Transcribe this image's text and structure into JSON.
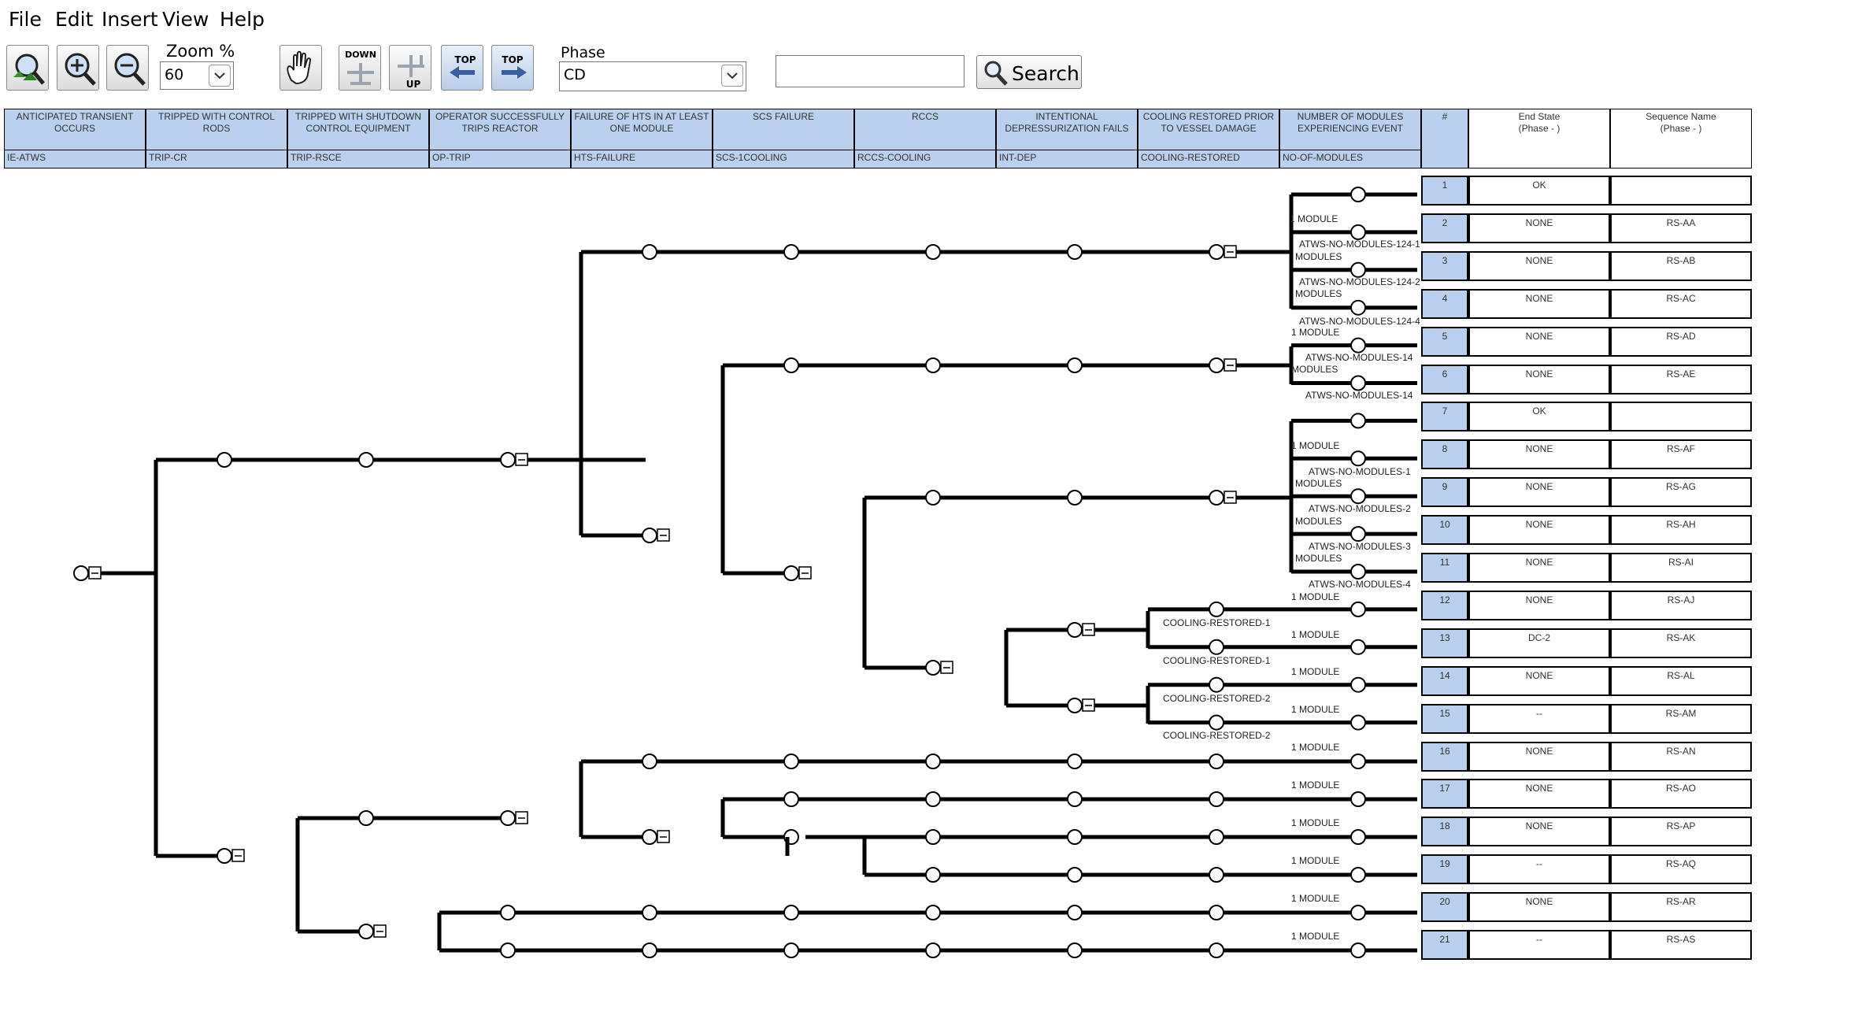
{
  "menu": [
    "File",
    "Edit",
    "Insert",
    "View",
    "Help"
  ],
  "toolbar": {
    "zoom_label": "Zoom %",
    "zoom_value": "60",
    "phase_label": "Phase",
    "phase_value": "CD",
    "search_value": "",
    "search_label": "Search",
    "down_label": "DOWN",
    "up_label": "UP",
    "top_label_1": "TOP",
    "top_label_2": "TOP",
    "icons": [
      "zoom-fit-icon",
      "zoom-in-icon",
      "zoom-out-icon",
      "pan-hand-icon",
      "move-down-icon",
      "move-up-icon",
      "top-left-icon",
      "top-right-icon",
      "magnifier-icon"
    ]
  },
  "columns": [
    {
      "title": "ANTICIPATED TRANSIENT OCCURS",
      "code": "IE-ATWS"
    },
    {
      "title": "TRIPPED WITH CONTROL RODS",
      "code": "TRIP-CR"
    },
    {
      "title": "TRIPPED WITH SHUTDOWN CONTROL EQUIPMENT",
      "code": "TRIP-RSCE"
    },
    {
      "title": "OPERATOR SUCCESSFULLY TRIPS REACTOR",
      "code": "OP-TRIP"
    },
    {
      "title": "FAILURE OF HTS IN AT LEAST ONE MODULE",
      "code": "HTS-FAILURE"
    },
    {
      "title": "SCS FAILURE",
      "code": "SCS-1COOLING"
    },
    {
      "title": "RCCS",
      "code": "RCCS-COOLING"
    },
    {
      "title": "INTENTIONAL DEPRESSURIZATION FAILS",
      "code": "INT-DEP"
    },
    {
      "title": "COOLING RESTORED PRIOR TO VESSEL DAMAGE",
      "code": "COOLING-RESTORED"
    },
    {
      "title": "NUMBER OF MODULES EXPERIENCING EVENT",
      "code": "NO-OF-MODULES"
    }
  ],
  "result_headers": {
    "num": "#",
    "end_state": "End State\n(Phase - )",
    "seq_name": "Sequence Name\n(Phase - )"
  },
  "sequences": [
    {
      "num": "1",
      "end_state": "OK",
      "name": ""
    },
    {
      "num": "2",
      "end_state": "NONE",
      "name": "RS-AA"
    },
    {
      "num": "3",
      "end_state": "NONE",
      "name": "RS-AB"
    },
    {
      "num": "4",
      "end_state": "NONE",
      "name": "RS-AC"
    },
    {
      "num": "5",
      "end_state": "NONE",
      "name": "RS-AD"
    },
    {
      "num": "6",
      "end_state": "NONE",
      "name": "RS-AE"
    },
    {
      "num": "7",
      "end_state": "OK",
      "name": ""
    },
    {
      "num": "8",
      "end_state": "NONE",
      "name": "RS-AF"
    },
    {
      "num": "9",
      "end_state": "NONE",
      "name": "RS-AG"
    },
    {
      "num": "10",
      "end_state": "NONE",
      "name": "RS-AH"
    },
    {
      "num": "11",
      "end_state": "NONE",
      "name": "RS-AI"
    },
    {
      "num": "12",
      "end_state": "NONE",
      "name": "RS-AJ"
    },
    {
      "num": "13",
      "end_state": "DC-2",
      "name": "RS-AK"
    },
    {
      "num": "14",
      "end_state": "NONE",
      "name": "RS-AL"
    },
    {
      "num": "15",
      "end_state": "--",
      "name": "RS-AM"
    },
    {
      "num": "16",
      "end_state": "NONE",
      "name": "RS-AN"
    },
    {
      "num": "17",
      "end_state": "NONE",
      "name": "RS-AO"
    },
    {
      "num": "18",
      "end_state": "NONE",
      "name": "RS-AP"
    },
    {
      "num": "19",
      "end_state": "--",
      "name": "RS-AQ"
    },
    {
      "num": "20",
      "end_state": "NONE",
      "name": "RS-AR"
    },
    {
      "num": "21",
      "end_state": "--",
      "name": "RS-AS"
    }
  ],
  "branch_labels": [
    "1 MODULE",
    "ATWS-NO-MODULES-124-1",
    "MODULES",
    "ATWS-NO-MODULES-124-2",
    "MODULES",
    "ATWS-NO-MODULES-124-4",
    "1 MODULE",
    "ATWS-NO-MODULES-14",
    "MODULES",
    "ATWS-NO-MODULES-14",
    "1 MODULE",
    "ATWS-NO-MODULES-1",
    "MODULES",
    "ATWS-NO-MODULES-2",
    "MODULES",
    "ATWS-NO-MODULES-3",
    "MODULES",
    "ATWS-NO-MODULES-4",
    "1 MODULE",
    "COOLING-RESTORED-1",
    "1 MODULE",
    "COOLING-RESTORED-1",
    "1 MODULE",
    "COOLING-RESTORED-2",
    "1 MODULE",
    "COOLING-RESTORED-2",
    "1 MODULE",
    "1 MODULE",
    "1 MODULE",
    "1 MODULE",
    "1 MODULE",
    "1 MODULE"
  ]
}
